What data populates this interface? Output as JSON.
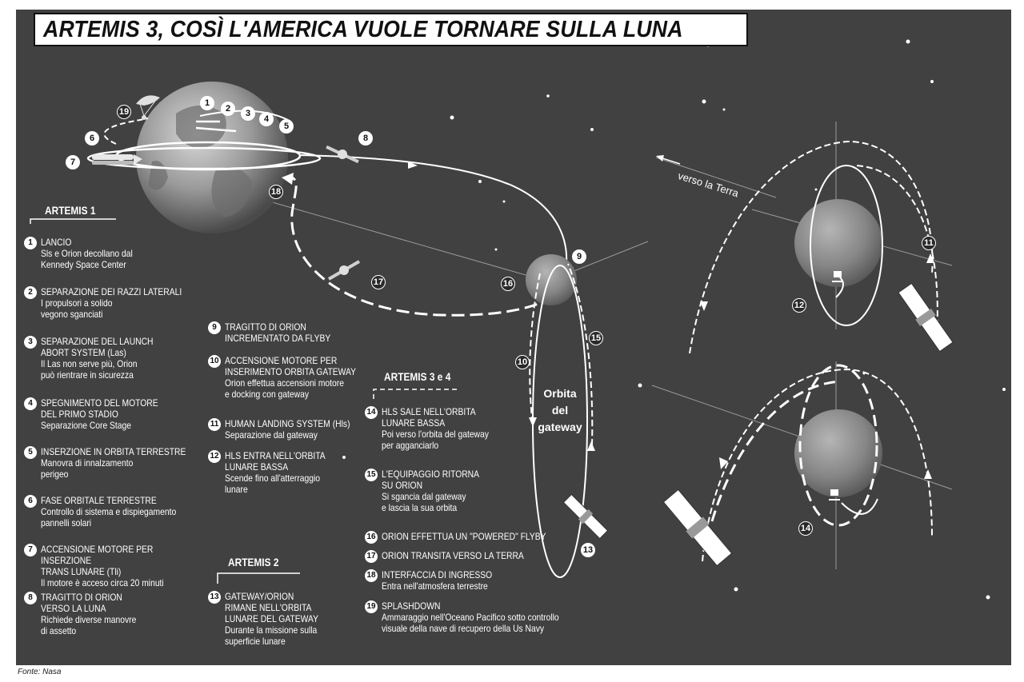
{
  "title": "ARTEMIS 3, COSÌ L'AMERICA VUOLE TORNARE SULLA LUNA",
  "source": "Fonte: Nasa",
  "colors": {
    "background": "#414141",
    "text": "#ffffff",
    "moon": "#8a8a8a",
    "earth": "#9a9a9a"
  },
  "labels": {
    "verso_la_terra": "verso la Terra",
    "orbita_line1": "Orbita",
    "orbita_line2": "del",
    "orbita_line3": "gateway"
  },
  "sections": {
    "artemis1": "ARTEMIS 1",
    "artemis2": "ARTEMIS 2",
    "artemis34": "ARTEMIS 3 e 4"
  },
  "steps": [
    {
      "n": "1",
      "head": "LANCIO",
      "desc": [
        "Sls e Orion decollano dal",
        "Kennedy Space Center"
      ]
    },
    {
      "n": "2",
      "head": "SEPARAZIONE DEI RAZZI LATERALI",
      "desc": [
        "I propulsori a solido",
        "vegono sganciati"
      ]
    },
    {
      "n": "3",
      "head": "SEPARAZIONE DEL LAUNCH",
      "head2": "ABORT SYSTEM (Las)",
      "desc": [
        "Il Las non serve più, Orion",
        "può rientrare in sicurezza"
      ]
    },
    {
      "n": "4",
      "head": "SPEGNIMENTO DEL MOTORE",
      "head2": "DEL PRIMO STADIO",
      "desc": [
        "Separazione Core Stage"
      ]
    },
    {
      "n": "5",
      "head": "INSERZIONE IN ORBITA TERRESTRE",
      "desc": [
        "Manovra di innalzamento",
        "perigeo"
      ]
    },
    {
      "n": "6",
      "head": "FASE ORBITALE TERRESTRE",
      "desc": [
        "Controllo di sistema e dispiegamento",
        "pannelli solari"
      ]
    },
    {
      "n": "7",
      "head": "ACCENSIONE MOTORE PER INSERZIONE",
      "head2": "TRANS LUNARE (Tli)",
      "desc": [
        "Il motore è acceso circa 20 minuti"
      ]
    },
    {
      "n": "8",
      "head": "TRAGITTO DI ORION",
      "head2": "VERSO LA LUNA",
      "desc": [
        "Richiede diverse manovre",
        "di assetto"
      ]
    },
    {
      "n": "9",
      "head": "TRAGITTO DI ORION",
      "head2": "INCREMENTATO DA FLYBY",
      "desc": []
    },
    {
      "n": "10",
      "head": "ACCENSIONE MOTORE PER",
      "head2": "INSERIMENTO ORBITA GATEWAY",
      "desc": [
        "Orion effettua accensioni motore",
        "e docking con gateway"
      ]
    },
    {
      "n": "11",
      "head": "HUMAN LANDING SYSTEM (Hls)",
      "desc": [
        "Separazione dal gateway"
      ]
    },
    {
      "n": "12",
      "head": "HLS ENTRA NELL'ORBITA",
      "head2": "LUNARE BASSA",
      "desc": [
        "Scende fino all'atterraggio",
        "lunare"
      ]
    },
    {
      "n": "13",
      "head": "GATEWAY/ORION",
      "head2": "RIMANE NELL'ORBITA",
      "head3": "LUNARE DEL GATEWAY",
      "desc": [
        "Durante la missione sulla",
        "superficie lunare"
      ]
    },
    {
      "n": "14",
      "head": "HLS SALE NELL'ORBITA",
      "head2": "LUNARE BASSA",
      "desc": [
        "Poi verso l'orbita del gateway",
        "per agganciarlo"
      ]
    },
    {
      "n": "15",
      "head": "L'EQUIPAGGIO RITORNA",
      "head2": "SU ORION",
      "desc": [
        "Si sgancia dal gateway",
        "e lascia la sua orbita"
      ]
    },
    {
      "n": "16",
      "head": "ORION EFFETTUA UN \"POWERED\" FLYBY",
      "desc": []
    },
    {
      "n": "17",
      "head": "ORION TRANSITA VERSO LA TERRA",
      "desc": []
    },
    {
      "n": "18",
      "head": "INTERFACCIA DI INGRESSO",
      "desc": [
        "Entra nell'atmosfera terrestre"
      ]
    },
    {
      "n": "19",
      "head": "SPLASHDOWN",
      "desc": [
        "Ammaraggio nell'Oceano Pacifico sotto controllo",
        "visuale della nave di recupero della Us Navy"
      ]
    }
  ],
  "markers": [
    "1",
    "2",
    "3",
    "4",
    "5",
    "6",
    "7",
    "8",
    "9",
    "10",
    "11",
    "12",
    "13",
    "14",
    "15",
    "16",
    "17",
    "18",
    "19"
  ]
}
